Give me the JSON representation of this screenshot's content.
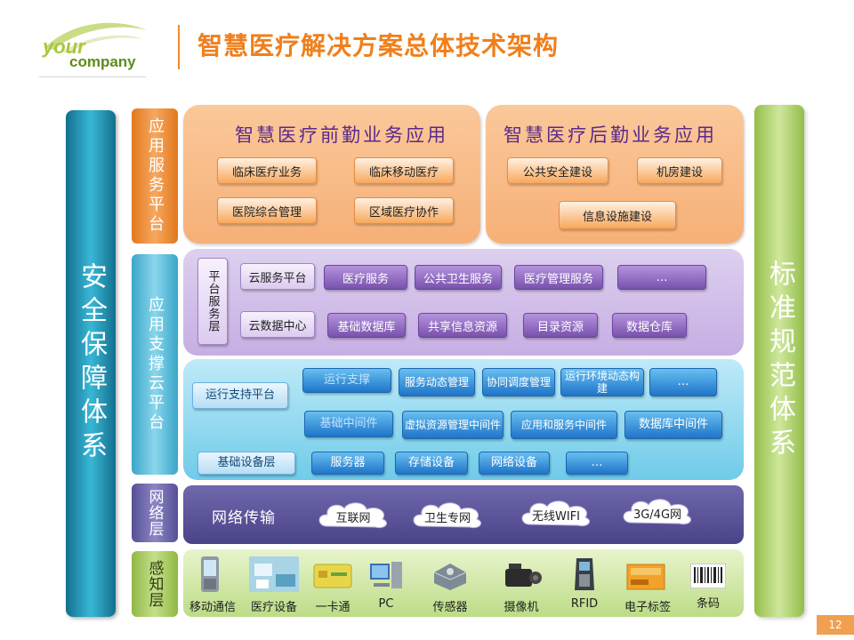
{
  "header": {
    "logo_your": "your",
    "logo_company": "company",
    "title": "智慧医疗解决方案总体技术架构"
  },
  "side": {
    "left": "安全保障体系",
    "right": "标准规范体系"
  },
  "layers": {
    "app": "应用服务平台",
    "support": "应用支撑云平台",
    "network": "网络层",
    "sense": "感知层"
  },
  "app_front": {
    "title": "智慧医疗前勤业务应用",
    "items": [
      "临床医疗业务",
      "临床移动医疗",
      "医院综合管理",
      "区域医疗协作"
    ]
  },
  "app_back": {
    "title": "智慧医疗后勤业务应用",
    "items": [
      "公共安全建设",
      "机房建设",
      "信息设施建设"
    ]
  },
  "platform": {
    "label": "平台服务层",
    "row1": [
      "云服务平台",
      "医疗服务",
      "公共卫生服务",
      "医疗管理服务",
      "…"
    ],
    "row2": [
      "云数据中心",
      "基础数据库",
      "共享信息资源",
      "目录资源",
      "数据仓库"
    ]
  },
  "runtime": {
    "support_platform": "运行支持平台",
    "row1": [
      "运行支撑",
      "服务动态管理",
      "协同调度管理",
      "运行环境动态构建",
      "…"
    ],
    "row2": [
      "基础中间件",
      "虚拟资源管理中间件",
      "应用和服务中间件",
      "数据库中间件"
    ],
    "row3": [
      "基础设备层",
      "服务器",
      "存储设备",
      "网络设备",
      "…"
    ]
  },
  "network": {
    "title": "网络传输",
    "clouds": [
      "互联网",
      "卫生专网",
      "无线WIFI",
      "3G/4G网"
    ]
  },
  "sense": {
    "items": [
      "移动通信",
      "医疗设备",
      "一卡通",
      "PC",
      "传感器",
      "摄像机",
      "RFID",
      "电子标签",
      "条码"
    ]
  },
  "page_number": "12"
}
